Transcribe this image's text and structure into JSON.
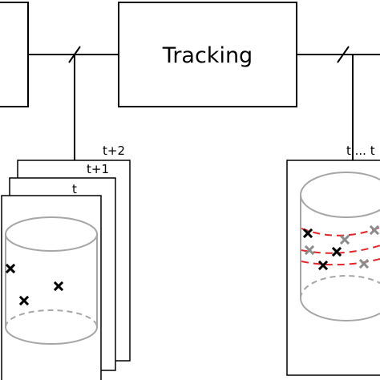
{
  "blocks": {
    "tracking_label": "Tracking"
  },
  "frames": {
    "labels": [
      "t+2",
      "t+1",
      "t"
    ]
  },
  "output": {
    "label": "t ... t"
  },
  "colors": {
    "line": "#000000",
    "cylinder": "#a6a6a6",
    "track": "#e0262b",
    "grey_marker": "#8c8c8c"
  }
}
